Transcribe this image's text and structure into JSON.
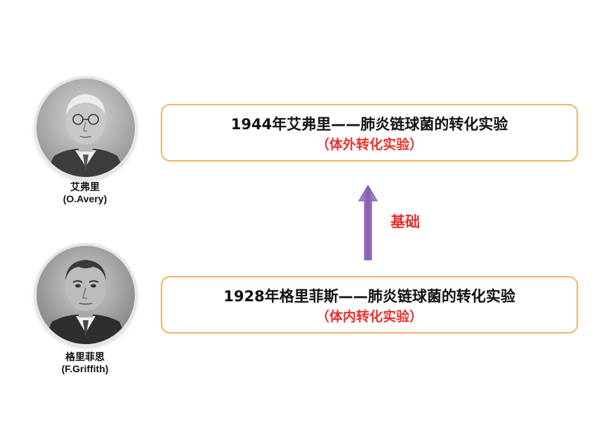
{
  "top": {
    "person_name": "艾弗里",
    "person_latin": "(O.Avery)",
    "title": "1944年艾弗里——肺炎链球菌的转化实验",
    "subtitle": "（体外转化实验）"
  },
  "bottom": {
    "person_name": "格里菲思",
    "person_latin": "(F.Griffith)",
    "title": "1928年格里菲斯——肺炎链球菌的转化实验",
    "subtitle": "（体内转化实验）"
  },
  "connector": {
    "label": "基础",
    "arrow_color": "#9a6bbf",
    "label_color": "#e8312c"
  },
  "colors": {
    "box_border": "#f2b46a",
    "subtitle": "#e8312c"
  },
  "icons": {
    "top_portrait": "portrait-photo-avery",
    "bottom_portrait": "portrait-photo-griffith",
    "connector": "up-arrow-icon"
  }
}
